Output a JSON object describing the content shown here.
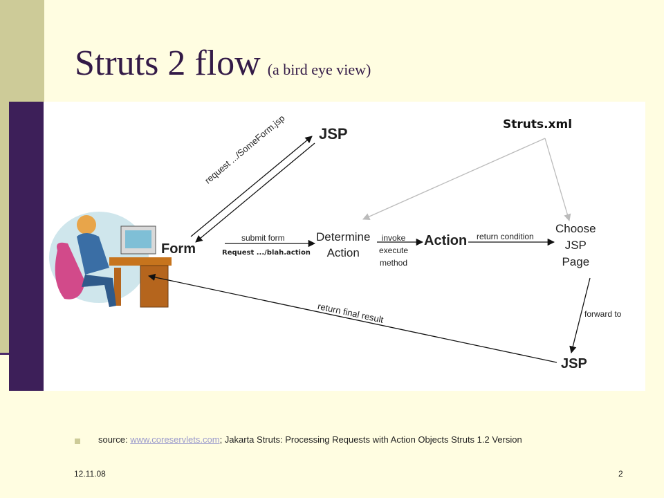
{
  "slide": {
    "title_main": "Struts 2 flow",
    "title_sub": "(a bird eye view)",
    "date": "12.11.08",
    "page_number": "2"
  },
  "diagram": {
    "nodes": {
      "jsp_top": "JSP",
      "struts_xml": "Struts.xml",
      "form": "Form",
      "determine_line1": "Determine",
      "determine_line2": "Action",
      "action": "Action",
      "choose_line1": "Choose",
      "choose_line2": "JSP",
      "choose_line3": "Page",
      "jsp_bottom": "JSP"
    },
    "labels": {
      "request_form": "request .../SomeForm.jsp",
      "submit_form": "submit form",
      "request_action": "Request .../blah.action",
      "invoke": "invoke",
      "execute": "execute",
      "method": "method",
      "return_condition": "return condition",
      "forward_to": "forward to",
      "return_final": "return final result"
    }
  },
  "source": {
    "prefix": "source: ",
    "link_text": "www.coreservlets.com",
    "suffix": "; Jakarta Struts: Processing Requests with Action Objects Struts 1.2 Version"
  },
  "colors": {
    "title": "#331a47",
    "left_bar": "#cdcb98",
    "strip": "#3d1f59",
    "background": "#fffde1"
  }
}
